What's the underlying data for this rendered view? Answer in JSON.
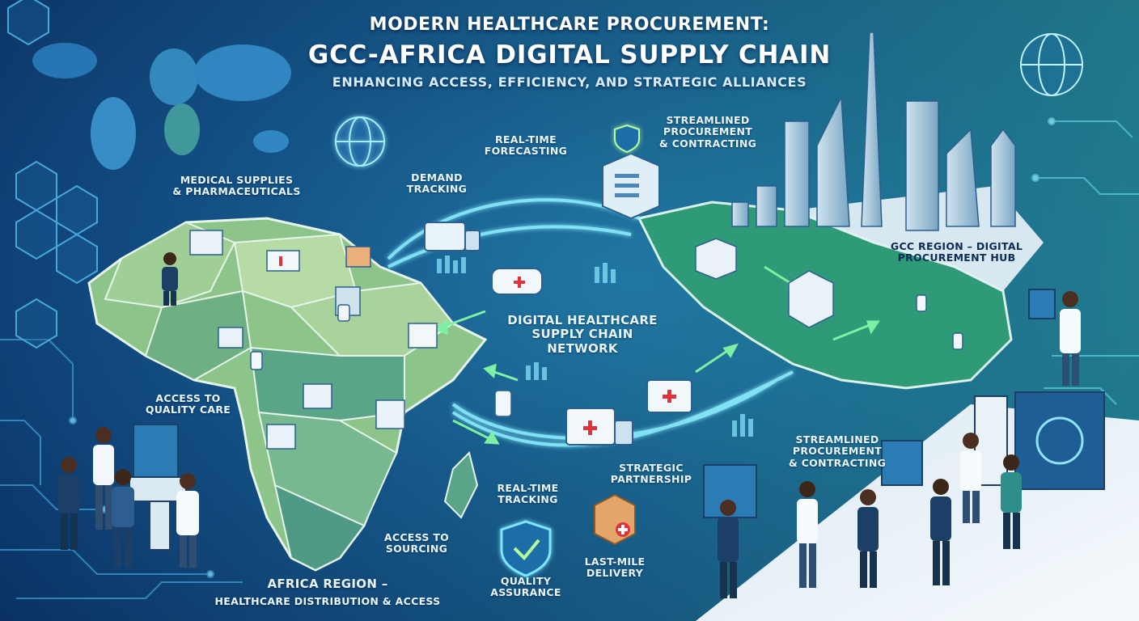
{
  "header": {
    "title_line1": "MODERN HEALTHCARE PROCUREMENT:",
    "title_line2": "GCC-AFRICA DIGITAL SUPPLY CHAIN",
    "subtitle": "ENHANCING ACCESS, EFFICIENCY, AND STRATEGIC ALLIANCES"
  },
  "labels": {
    "medical_supplies": "MEDICAL SUPPLIES\n& PHARMACEUTICALS",
    "demand_tracking": "DEMAND\nTRACKING",
    "real_time_forecasting": "REAL-TIME\nFORECASTING",
    "streamlined_top": "STREAMLINED\nPROCUREMENT\n& CONTRACTING",
    "gcc_region": "GCC REGION – DIGITAL\nPROCUREMENT HUB",
    "network": "DIGITAL HEALTHCARE\nSUPPLY CHAIN\nNETWORK",
    "access_quality": "ACCESS TO\nQUALITY CARE",
    "streamlined_bottom": "STREAMLINED\nPROCUREMENT\n& CONTRACTING",
    "strategic_partnership": "STRATEGIC\nPARTNERSHIP",
    "real_time_tracking": "REAL-TIME\nTRACKING",
    "access_sourcing": "ACCESS TO\nSOURCING",
    "last_mile": "LAST-MILE\nDELIVERY",
    "quality_assurance": "QUALITY\nASSURANCE",
    "africa_region_line1": "AFRICA REGION –",
    "africa_region_line2": "HEALTHCARE DISTRIBUTION & ACCESS"
  },
  "colors": {
    "accent_glow": "#7fe6ff",
    "africa_land": "#8cc48a",
    "gcc_land": "#2f9a78",
    "hub_panel": "#e8f2f8",
    "cross_red": "#e0333a"
  }
}
